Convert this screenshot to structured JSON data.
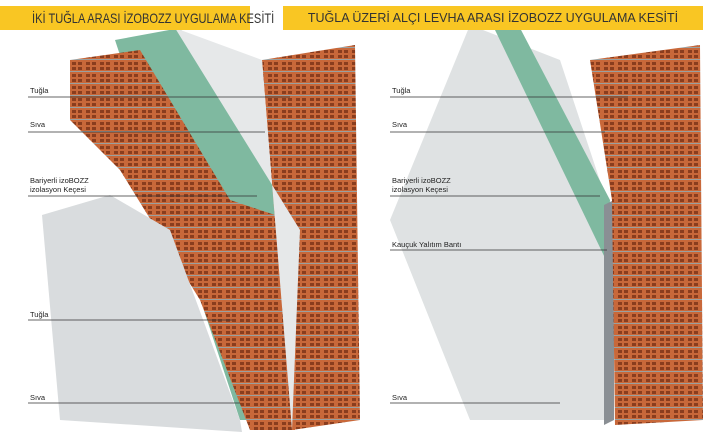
{
  "left_panel": {
    "title": "İKİ TUĞLA ARASI İZOBOZZ UYGULAMA KESİTİ",
    "labels": [
      "Tuğla",
      "Sıva",
      "Bariyerli izoBOZZ\nizolasyon Keçesi",
      "Tuğla",
      "Sıva"
    ]
  },
  "right_panel": {
    "title": "TUĞLA ÜZERİ ALÇI LEVHA ARASI İZOBOZZ UYGULAMA KESİTİ",
    "labels": [
      "Tuğla",
      "Sıva",
      "Bariyerli izoBOZZ\nizolasyon Keçesi",
      "Kauçuk Yalıtım Bantı",
      "Sıva"
    ]
  },
  "colors": {
    "banner": "#f9c623",
    "brick": "#c8683a",
    "plaster": "#d9dcde",
    "insulation": "#7fb9a0"
  }
}
